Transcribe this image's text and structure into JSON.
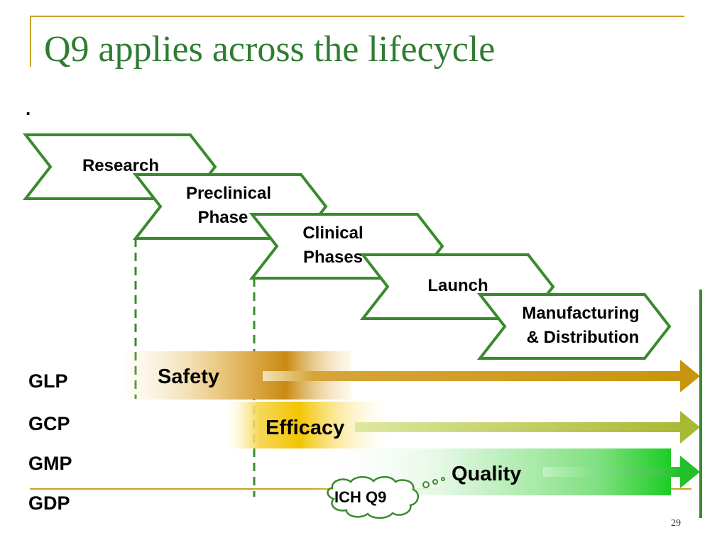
{
  "slide": {
    "title": "Q9 applies across the lifecycle",
    "bullet": ".",
    "page_number": "29"
  },
  "phases": [
    {
      "line1": "Research",
      "line2": ""
    },
    {
      "line1": "Preclinical",
      "line2": "Phase"
    },
    {
      "line1": "Clinical",
      "line2": "Phases"
    },
    {
      "line1": "Launch",
      "line2": ""
    },
    {
      "line1": "Manufacturing",
      "line2": "& Distribution"
    }
  ],
  "bands": {
    "safety": "Safety",
    "efficacy": "Efficacy",
    "quality": "Quality",
    "ich": "ICH Q9"
  },
  "gx_labels": [
    "GLP",
    "GCP",
    "GMP",
    "GDP"
  ],
  "colors": {
    "title": "#2e7d32",
    "chevron_border": "#3a8a2e",
    "frame": "#c9a227",
    "safety": "#c8960c",
    "efficacy": "#a9b832",
    "quality": "#22c02a",
    "lifecycle_line": "#3a8a2e"
  }
}
